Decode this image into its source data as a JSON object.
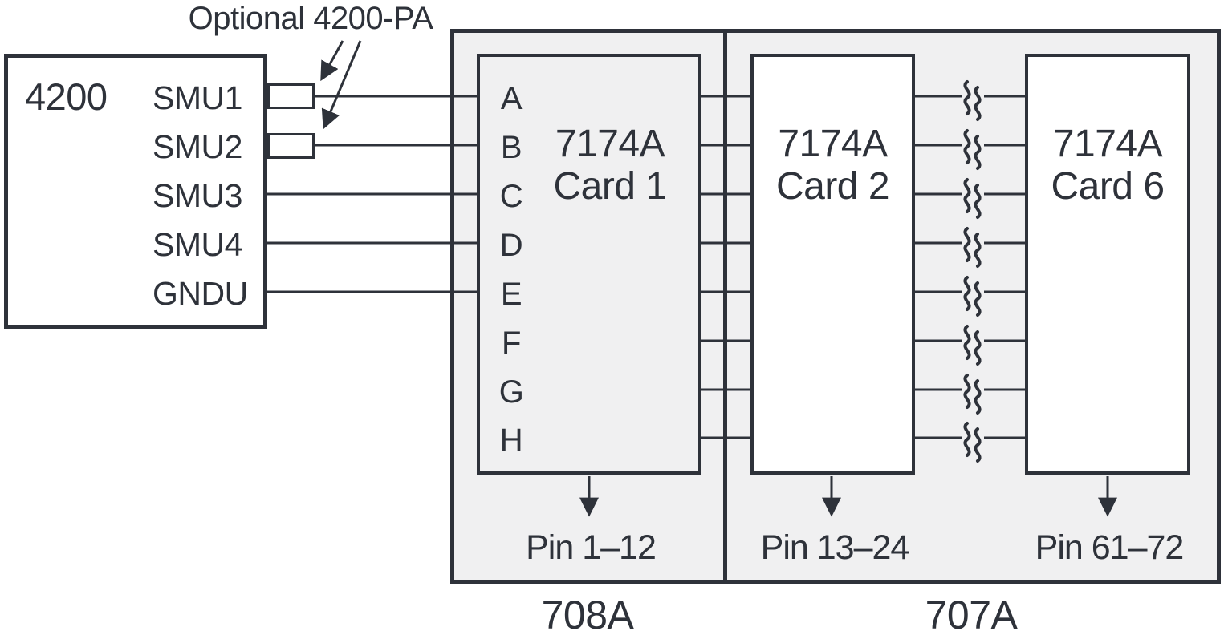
{
  "annotation": {
    "label": "Optional 4200-PA"
  },
  "instrument": {
    "title": "4200",
    "ports": [
      "SMU1",
      "SMU2",
      "SMU3",
      "SMU4",
      "GNDU"
    ]
  },
  "mainframes": [
    {
      "label": "708A",
      "cards": [
        {
          "model": "7174A",
          "name": "Card 1",
          "rows": [
            "A",
            "B",
            "C",
            "D",
            "E",
            "F",
            "G",
            "H"
          ],
          "pin_label": "Pin 1–12"
        }
      ]
    },
    {
      "label": "707A",
      "cards": [
        {
          "model": "7174A",
          "name": "Card 2",
          "pin_label": "Pin 13–24"
        },
        {
          "model": "7174A",
          "name": "Card 6",
          "pin_label": "Pin 61–72"
        }
      ]
    }
  ],
  "colors": {
    "ink": "#2e323a",
    "panel_gray": "#f0f0f1",
    "card_white": "#ffffff"
  }
}
